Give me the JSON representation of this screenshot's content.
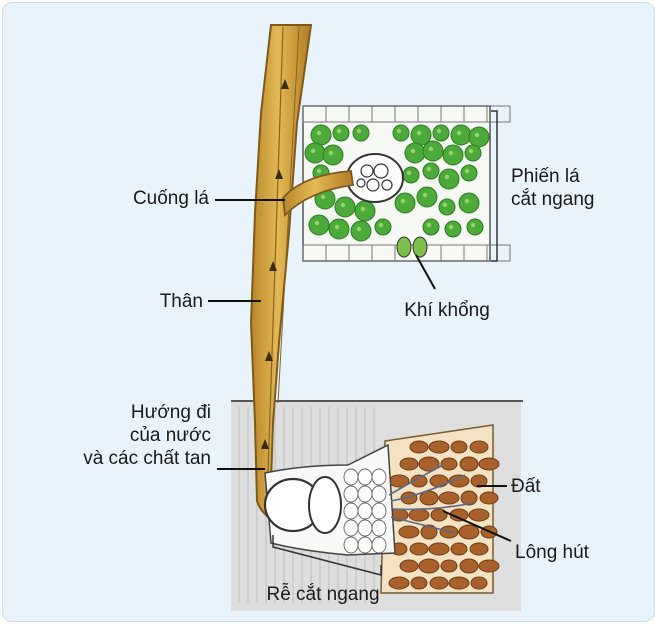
{
  "labels": {
    "petiole": "Cuống lá",
    "stem": "Thân",
    "flow_line1": "Hướng đi",
    "flow_line2": "của nước",
    "flow_line3": "và các chất tan",
    "leaf_line1": "Phiến lá",
    "leaf_line2": "cắt ngang",
    "stoma": "Khí khổng",
    "soil": "Đất",
    "root_hair": "Lông hút",
    "root_section": "Rễ cắt ngang"
  },
  "colors": {
    "stem_fill": "#d4a53c",
    "stem_stroke": "#8a6420",
    "chloroplast": "#4caa3a",
    "soil_particle": "#a8612a",
    "soil_bg": "#f3e2c4",
    "background": "#e9f3fb",
    "leader": "#111111"
  }
}
